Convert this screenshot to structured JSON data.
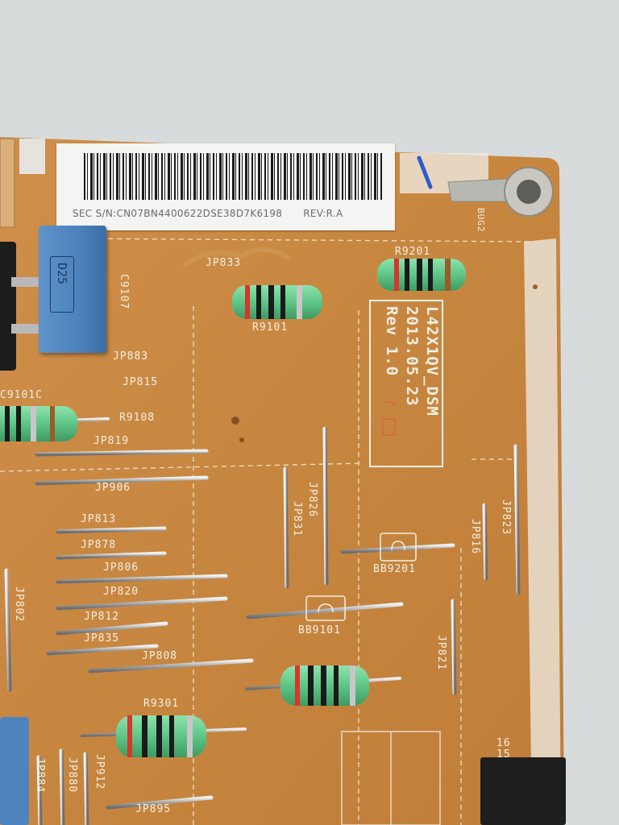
{
  "sticker": {
    "serial": "SEC S/N:CN07BN4400622DSE38D7K6198",
    "revision": "REV:R.A"
  },
  "board": {
    "model_lines": [
      "L42X1QV_DSM",
      "2013.05.23",
      "Rev 1.0"
    ]
  },
  "capacitor": {
    "label": "D25"
  },
  "silkscreen": {
    "c9107": "C9107",
    "c9101c": "C9101C",
    "jp833": "JP833",
    "r9201": "R9201",
    "r9101": "R9101",
    "jp883": "JP883",
    "jp815": "JP815",
    "r9108": "R9108",
    "jp819": "JP819",
    "jp906": "JP906",
    "jp813": "JP813",
    "jp878": "JP878",
    "jp806": "JP806",
    "jp820": "JP820",
    "jp812": "JP812",
    "jp835": "JP835",
    "jp808": "JP808",
    "r9301": "R9301",
    "jp895": "JP895",
    "jp802": "JP802",
    "jp826": "JP826",
    "jp831": "JP831",
    "bb9201": "BB9201",
    "bb9101": "BB9101",
    "jp816": "JP816",
    "jp823": "JP823",
    "jp821": "JP821",
    "jp884": "JP884",
    "jp880": "JP880",
    "jp912": "JP912",
    "bug2": "BUG2",
    "pin16": "16",
    "pin15": "15"
  },
  "colors": {
    "board": "#c98a48",
    "silkscreen": "#f3efe3",
    "resistor_body": "#62c98a",
    "capacitor": "#4b82bd"
  }
}
